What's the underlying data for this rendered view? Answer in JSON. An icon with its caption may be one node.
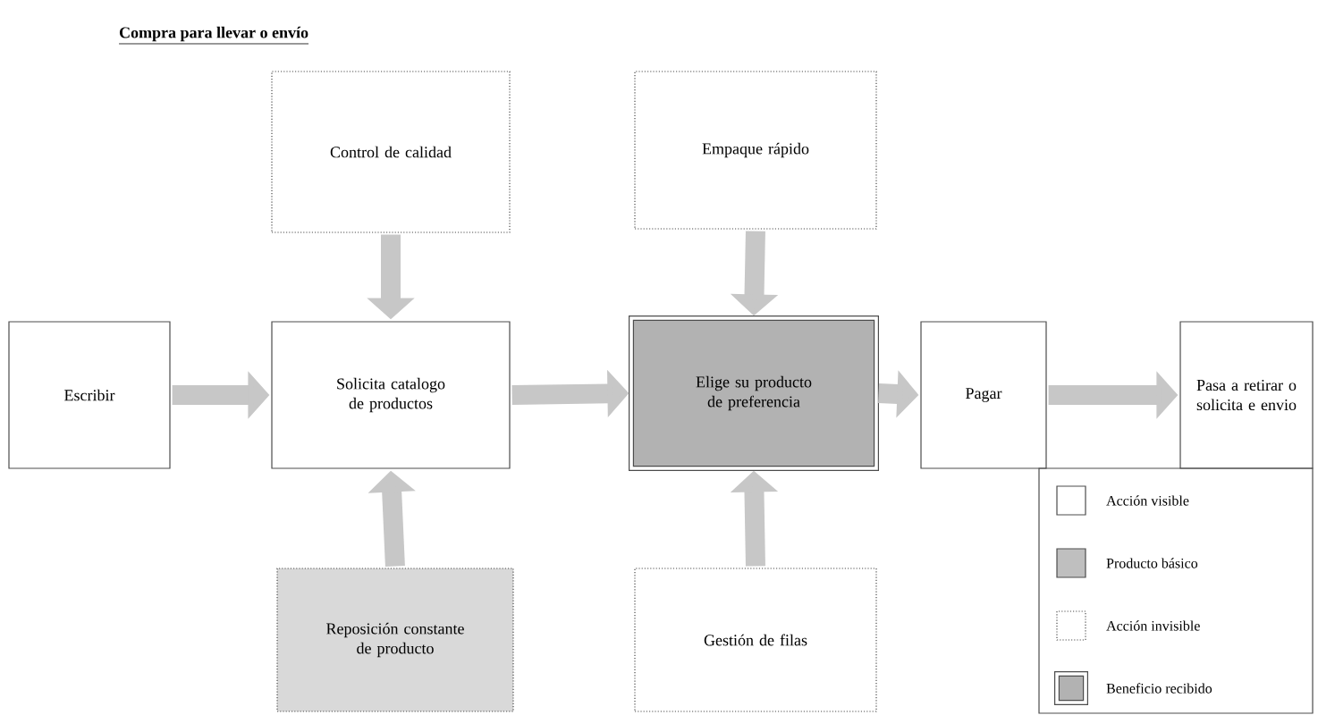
{
  "diagram": {
    "title": "Compra para llevar o envío",
    "nodes": [
      {
        "text": [
          "Control de calidad"
        ]
      },
      {
        "text": [
          "Empaque rápido"
        ]
      },
      {
        "text": [
          "Escribir"
        ]
      },
      {
        "text": [
          "Solicita catalogo de productos"
        ]
      },
      {
        "text": [
          "Elige su producto de preferencia"
        ]
      },
      {
        "text": [
          "Pagar"
        ]
      },
      {
        "text": [
          "Pasa a retirar o solicita e envio"
        ]
      },
      {
        "text": [
          "Reposición constante de producto"
        ]
      },
      {
        "text": [
          "Gestión de filas"
        ]
      }
    ],
    "edges": [
      {
        "from": 0,
        "to": 3,
        "arrow": "to"
      },
      {
        "from": 1,
        "to": 4,
        "arrow": "to"
      },
      {
        "from": 2,
        "to": 3,
        "arrow": "to"
      },
      {
        "from": 3,
        "to": 4,
        "arrow": "to"
      },
      {
        "from": 4,
        "to": 5,
        "arrow": "to"
      },
      {
        "from": 5,
        "to": 6,
        "arrow": "to"
      },
      {
        "from": 7,
        "to": 3,
        "arrow": "to"
      },
      {
        "from": 8,
        "to": 4,
        "arrow": "to"
      }
    ],
    "legend": [
      {
        "text": "Acción visible"
      },
      {
        "text": "Producto básico"
      },
      {
        "text": "Acción invisible"
      },
      {
        "text": "Beneficio recibido"
      }
    ]
  }
}
